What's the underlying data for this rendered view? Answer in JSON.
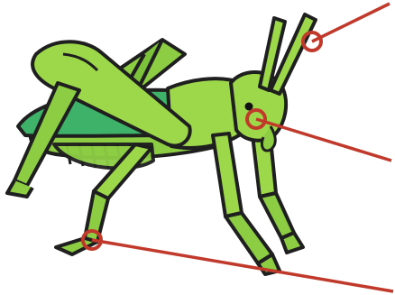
{
  "figure": {
    "subject": "grasshopper",
    "labels": []
  },
  "colors": {
    "outline": "#1f1f1f",
    "body_light": "#9cd84a",
    "body_mid": "#7cc23a",
    "wing": "#3fb26a",
    "wing_shadow": "#2f9a5a",
    "eye": "#111111",
    "leader_line": "#c0392b"
  },
  "callouts": [
    {
      "part": "antenna"
    },
    {
      "part": "head"
    },
    {
      "part": "leg"
    }
  ]
}
